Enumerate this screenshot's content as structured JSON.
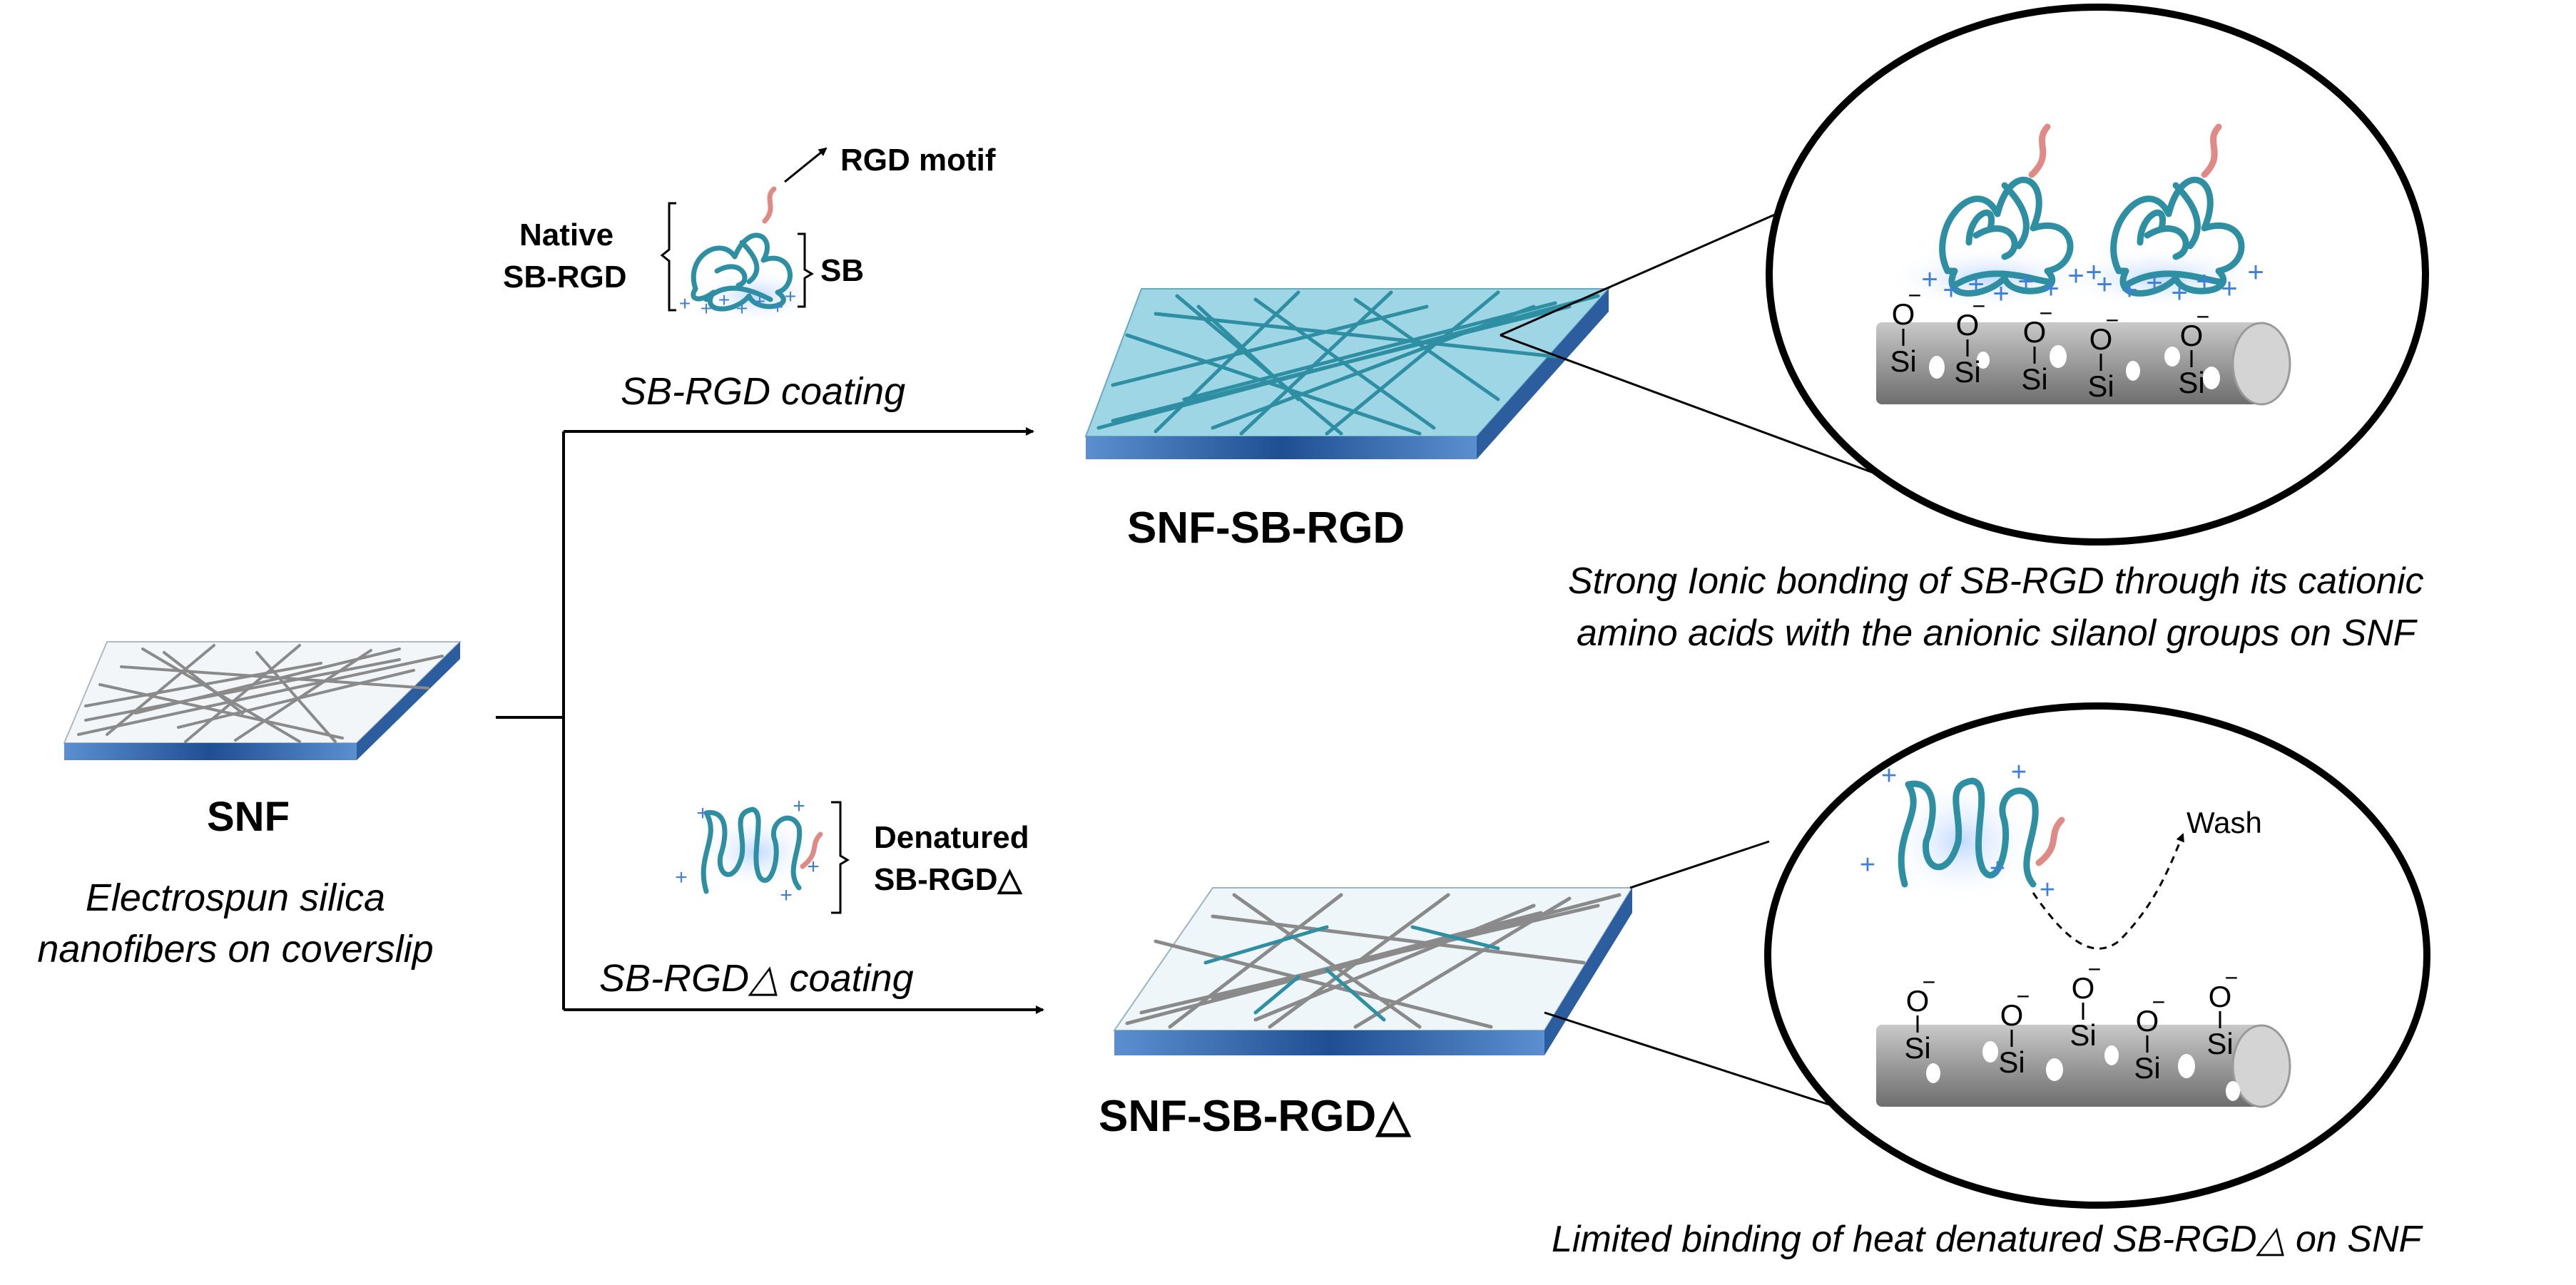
{
  "labels": {
    "snf": "SNF",
    "snf_desc_line1": "Electrospun silica",
    "snf_desc_line2": "nanofibers on coverslip",
    "native": "Native",
    "sb_rgd_left": "SB-RGD",
    "rgd_motif": "RGD motif",
    "sb": "SB",
    "sb_rgd_coating": "SB-RGD coating",
    "snf_sb_rgd": "SNF-SB-RGD",
    "strong_line1": "Strong Ionic bonding of SB-RGD through its cationic",
    "strong_line2": "amino acids with the anionic silanol groups on SNF",
    "denatured": "Denatured",
    "sb_rgd_delta": "SB-RGD△",
    "sb_rgd_delta_coating": "SB-RGD△ coating",
    "snf_sb_rgd_delta": "SNF-SB-RGD△",
    "wash": "Wash",
    "limited": "Limited binding of heat denatured SB-RGD△ on SNF"
  },
  "chem": {
    "o": "O",
    "si": "Si",
    "minus": "−",
    "plus": "+"
  },
  "colors": {
    "protein": "#2e8fa3",
    "rgd": "#e08a86",
    "charge": "#3f7fd6",
    "slide_top_coated": "#9fd6e6",
    "slide_top_plain": "#eef6fa",
    "slide_edge": "#3466a8",
    "fiber_gray": "#8a8a8a",
    "cylinder": "#9a9a9a"
  }
}
